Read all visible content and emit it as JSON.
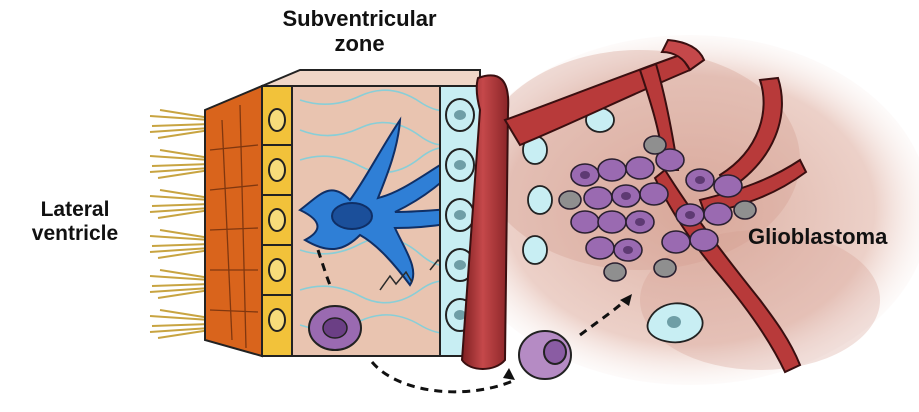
{
  "labels": {
    "subventricular_zone": [
      "Subventricular",
      "zone"
    ],
    "lateral_ventricle": [
      "Lateral",
      "ventricle"
    ],
    "glioblastoma": "Glioblastoma"
  },
  "colors": {
    "ependymal_orange": "#d9641c",
    "ependymal_yellow": "#f2c23a",
    "cilia": "#c8a441",
    "svz_tissue": "#e9c4b0",
    "stem_cell_blue": "#2f7fd6",
    "astrocyte_cyan": "#c8eef3",
    "vessel_red": "#b83a3a",
    "tumor_purple": "#9a6ab1",
    "tumor_gray": "#8f8f8f",
    "migrating_cell": "#b58bc4",
    "tumor_field": "#d9a99b"
  },
  "icons": [
    "cilia-icon",
    "ependymal-cell-icon",
    "neural-stem-cell-icon",
    "astrocyte-icon",
    "blood-vessel-icon",
    "tumor-cell-icon",
    "migration-arrow-icon"
  ]
}
